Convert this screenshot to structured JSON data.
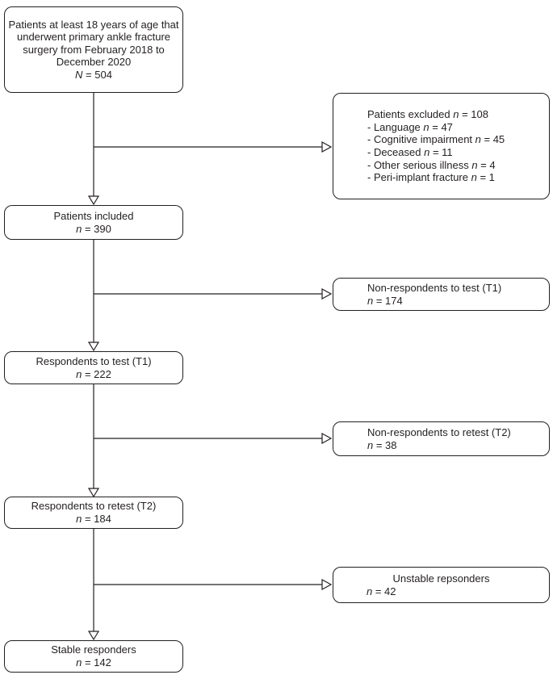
{
  "figure": {
    "type": "patient-flow-diagram",
    "background_color": "#ffffff",
    "line_color": "#231f20",
    "box_border_color": "#231f20"
  },
  "boxes": {
    "source": {
      "n": "504",
      "lines": [
        [
          {
            "t": "Patients at least 18 years of age that"
          }
        ],
        [
          {
            "t": "underwent primary ankle fracture"
          }
        ],
        [
          {
            "t": "surgery from February 2018 to"
          }
        ],
        [
          {
            "t": "December 2020"
          }
        ],
        [
          {
            "t": "N",
            "i": true
          },
          {
            "t": " = 504"
          }
        ]
      ]
    },
    "excluded": {
      "n": "108",
      "lines": [
        [
          {
            "t": "Patients excluded "
          },
          {
            "t": "n",
            "i": true
          },
          {
            "t": " = 108"
          }
        ],
        [
          {
            "t": "- Language "
          },
          {
            "t": "n",
            "i": true
          },
          {
            "t": " = 47"
          }
        ],
        [
          {
            "t": "- Cognitive impairment "
          },
          {
            "t": "n",
            "i": true
          },
          {
            "t": " = 45"
          }
        ],
        [
          {
            "t": "- Deceased "
          },
          {
            "t": "n",
            "i": true
          },
          {
            "t": " = 11"
          }
        ],
        [
          {
            "t": "- Other serious illness "
          },
          {
            "t": "n",
            "i": true
          },
          {
            "t": " = 4"
          }
        ],
        [
          {
            "t": "- Peri-implant fracture "
          },
          {
            "t": "n",
            "i": true
          },
          {
            "t": " = 1"
          }
        ]
      ]
    },
    "included": {
      "n": "390",
      "lines": [
        [
          {
            "t": "Patients included"
          }
        ],
        [
          {
            "t": "n",
            "i": true
          },
          {
            "t": " = 390"
          }
        ]
      ]
    },
    "nonresp_t1": {
      "n": "174",
      "lines": [
        [
          {
            "t": "Non-respondents to test (T1)"
          }
        ],
        [
          {
            "t": "n",
            "i": true
          },
          {
            "t": " = 174"
          }
        ]
      ]
    },
    "resp_t1": {
      "n": "222",
      "lines": [
        [
          {
            "t": "Respondents to test (T1)"
          }
        ],
        [
          {
            "t": "n",
            "i": true
          },
          {
            "t": " = 222"
          }
        ]
      ]
    },
    "nonresp_t2": {
      "n": "38",
      "lines": [
        [
          {
            "t": "Non-respondents to retest (T2)"
          }
        ],
        [
          {
            "t": "n",
            "i": true
          },
          {
            "t": " = 38"
          }
        ]
      ]
    },
    "resp_t2": {
      "n": "184",
      "lines": [
        [
          {
            "t": "Respondents to retest (T2)"
          }
        ],
        [
          {
            "t": "n",
            "i": true
          },
          {
            "t": " = 184"
          }
        ]
      ]
    },
    "unstable": {
      "n": "42",
      "lines": [
        [
          {
            "t": "Unstable repsonders"
          }
        ],
        [
          {
            "t": "n",
            "i": true
          },
          {
            "t": " = 42"
          }
        ]
      ]
    },
    "stable": {
      "n": "142",
      "lines": [
        [
          {
            "t": "Stable responders"
          }
        ],
        [
          {
            "t": "n",
            "i": true
          },
          {
            "t": " = 142"
          }
        ]
      ]
    }
  }
}
